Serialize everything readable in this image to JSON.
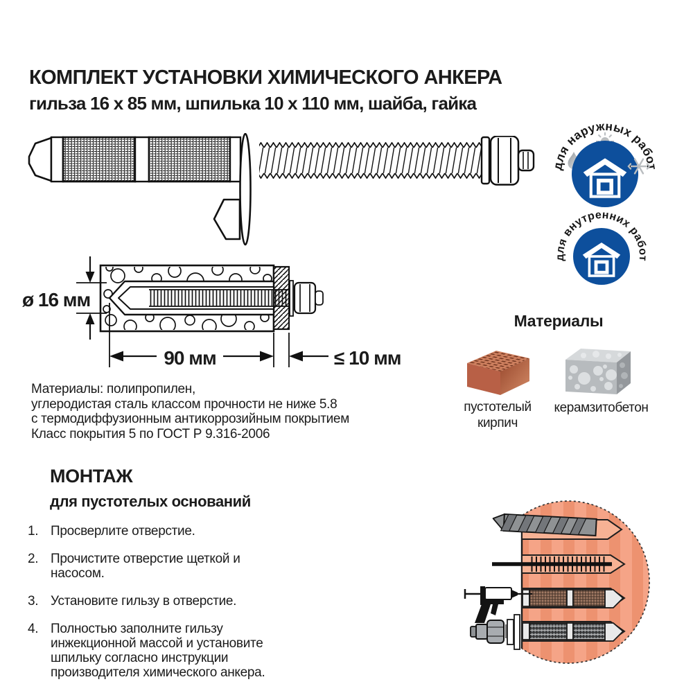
{
  "header": {
    "title": "КОМПЛЕКТ УСТАНОВКИ ХИМИЧЕСКОГО АНКЕРА",
    "subtitle": "гильза 16 х 85 мм, шпилька 10 х 110 мм, шайба, гайка"
  },
  "badges": {
    "outdoor_label": "для наружных работ",
    "indoor_label": "для внутренних работ"
  },
  "diagram": {
    "diameter_label": "ø 16 мм",
    "depth_label": "90 мм",
    "thickness_label": "≤ 10 мм"
  },
  "materials_note": {
    "lines": [
      "Материалы: полипропилен,",
      "углеродистая сталь классом прочности не ниже 5.8",
      "с термодиффузионным антикоррозийным покрытием",
      "Класс покрытия 5 по ГОСТ Р 9.316-2006"
    ]
  },
  "materials": {
    "heading": "Материалы",
    "items": [
      {
        "label": "пустотелый кирпич",
        "icon": "hollow-brick-icon"
      },
      {
        "label": "керамзитобетон",
        "icon": "claydite-concrete-block-icon"
      }
    ]
  },
  "montage": {
    "heading": "МОНТАЖ",
    "subheading": "для пустотелых оснований",
    "steps": [
      {
        "num": "1.",
        "text": "Просверлите отверстие."
      },
      {
        "num": "2.",
        "text": "Прочистите отверстие щеткой и насосом."
      },
      {
        "num": "3.",
        "text": "Установите гильзу в отверстие."
      },
      {
        "num": "4.",
        "text": "Полностью заполните гильзу инжекционной массой и установите шпильку согласно инструкции производителя химического анкера."
      }
    ]
  },
  "icons": {
    "outdoor-badge-icon": "house with sun, snowflake and water drop",
    "indoor-badge-icon": "house",
    "hollow-brick-icon": "3d terracotta brick with slots",
    "claydite-concrete-block-icon": "3d gray porous block",
    "drill-bit-icon": "drill bit in hole",
    "cleaning-brush-icon": "brush and pump rod",
    "injection-gun-icon": "chemical injection gun"
  },
  "colors": {
    "badge_blue": "#0d4f9c",
    "wall_salmon": "#f5a487",
    "wall_stripe": "#ed9270",
    "hole_fill": "#f7b294",
    "brick_front": "#b86046",
    "brick_top": "#cd7f5e",
    "block_gray": "#b7bbbe",
    "text": "#1b1b1b"
  }
}
